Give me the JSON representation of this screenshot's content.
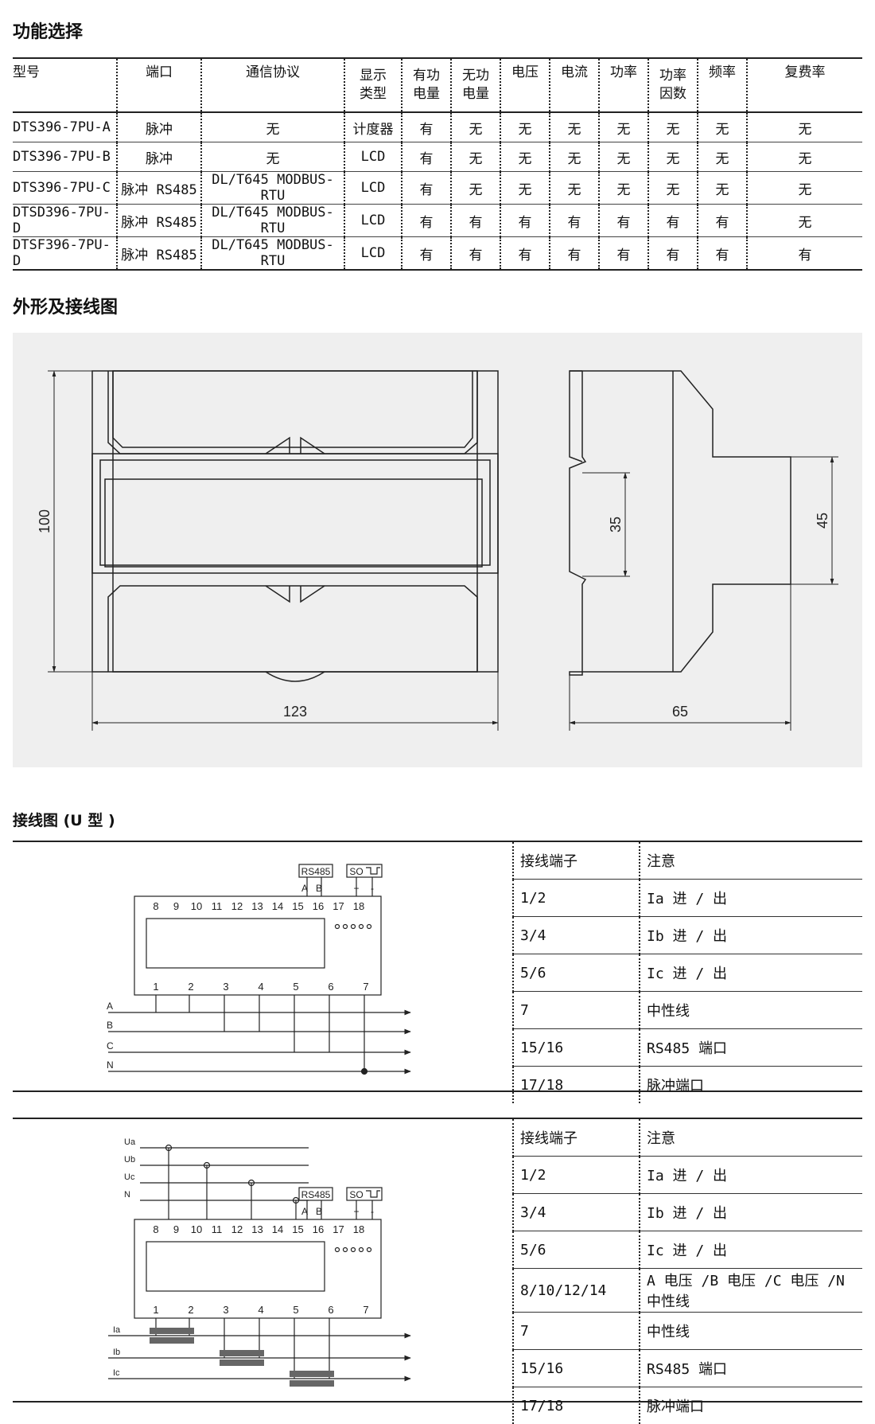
{
  "func_title": "功能选择",
  "func_table": {
    "headers": [
      "型号",
      "端口",
      "通信协议",
      "显示类型",
      "有功电量",
      "无功电量",
      "电压",
      "电流",
      "功率",
      "功率因数",
      "频率",
      "复费率"
    ],
    "rows": [
      [
        "DTS396-7PU-A",
        "脉冲",
        "无",
        "计度器",
        "有",
        "无",
        "无",
        "无",
        "无",
        "无",
        "无",
        "无"
      ],
      [
        "DTS396-7PU-B",
        "脉冲",
        "无",
        "LCD",
        "有",
        "无",
        "无",
        "无",
        "无",
        "无",
        "无",
        "无"
      ],
      [
        "DTS396-7PU-C",
        "脉冲 RS485",
        "DL/T645 MODBUS-RTU",
        "LCD",
        "有",
        "无",
        "无",
        "无",
        "无",
        "无",
        "无",
        "无"
      ],
      [
        "DTSD396-7PU-D",
        "脉冲 RS485",
        "DL/T645 MODBUS-RTU",
        "LCD",
        "有",
        "有",
        "有",
        "有",
        "有",
        "有",
        "有",
        "无"
      ],
      [
        "DTSF396-7PU-D",
        "脉冲 RS485",
        "DL/T645 MODBUS-RTU",
        "LCD",
        "有",
        "有",
        "有",
        "有",
        "有",
        "有",
        "有",
        "有"
      ]
    ]
  },
  "dims_title": "外形及接线图",
  "dims": {
    "d100": "100",
    "d123": "123",
    "d35": "35",
    "d45": "45",
    "d65": "65"
  },
  "wiring_title": "接线图 (U 型 )",
  "diagram": {
    "rs485": "RS485",
    "so": "SO",
    "top_pins": [
      "8",
      "9",
      "10",
      "11",
      "12",
      "13",
      "14",
      "15",
      "16",
      "17",
      "18"
    ],
    "bottom_pins": [
      "1",
      "2",
      "3",
      "4",
      "5",
      "6",
      "7"
    ],
    "ab": [
      "A",
      "B"
    ],
    "pm": [
      "+",
      "-"
    ],
    "lines1": [
      "A",
      "B",
      "C",
      "N"
    ],
    "lines2_top": [
      "Ua",
      "Ub",
      "Uc",
      "N"
    ],
    "lines2_bottom": [
      "Ia",
      "Ib",
      "Ic"
    ]
  },
  "term1": {
    "header": [
      "接线端子",
      "注意"
    ],
    "rows": [
      [
        "1/2",
        "Ia 进 / 出"
      ],
      [
        "3/4",
        "Ib 进 / 出"
      ],
      [
        "5/6",
        "Ic 进 / 出"
      ],
      [
        "7",
        "中性线"
      ],
      [
        "15/16",
        "RS485 端口"
      ],
      [
        "17/18",
        "脉冲端口"
      ]
    ]
  },
  "term2": {
    "header": [
      "接线端子",
      "注意"
    ],
    "rows": [
      [
        "1/2",
        "Ia 进 / 出"
      ],
      [
        "3/4",
        "Ib 进 / 出"
      ],
      [
        "5/6",
        "Ic 进 / 出"
      ],
      [
        "8/10/12/14",
        "A 电压 /B 电压 /C 电压 /N 中性线"
      ],
      [
        "7",
        "中性线"
      ],
      [
        "15/16",
        "RS485 端口"
      ],
      [
        "17/18",
        "脉冲端口"
      ]
    ]
  }
}
